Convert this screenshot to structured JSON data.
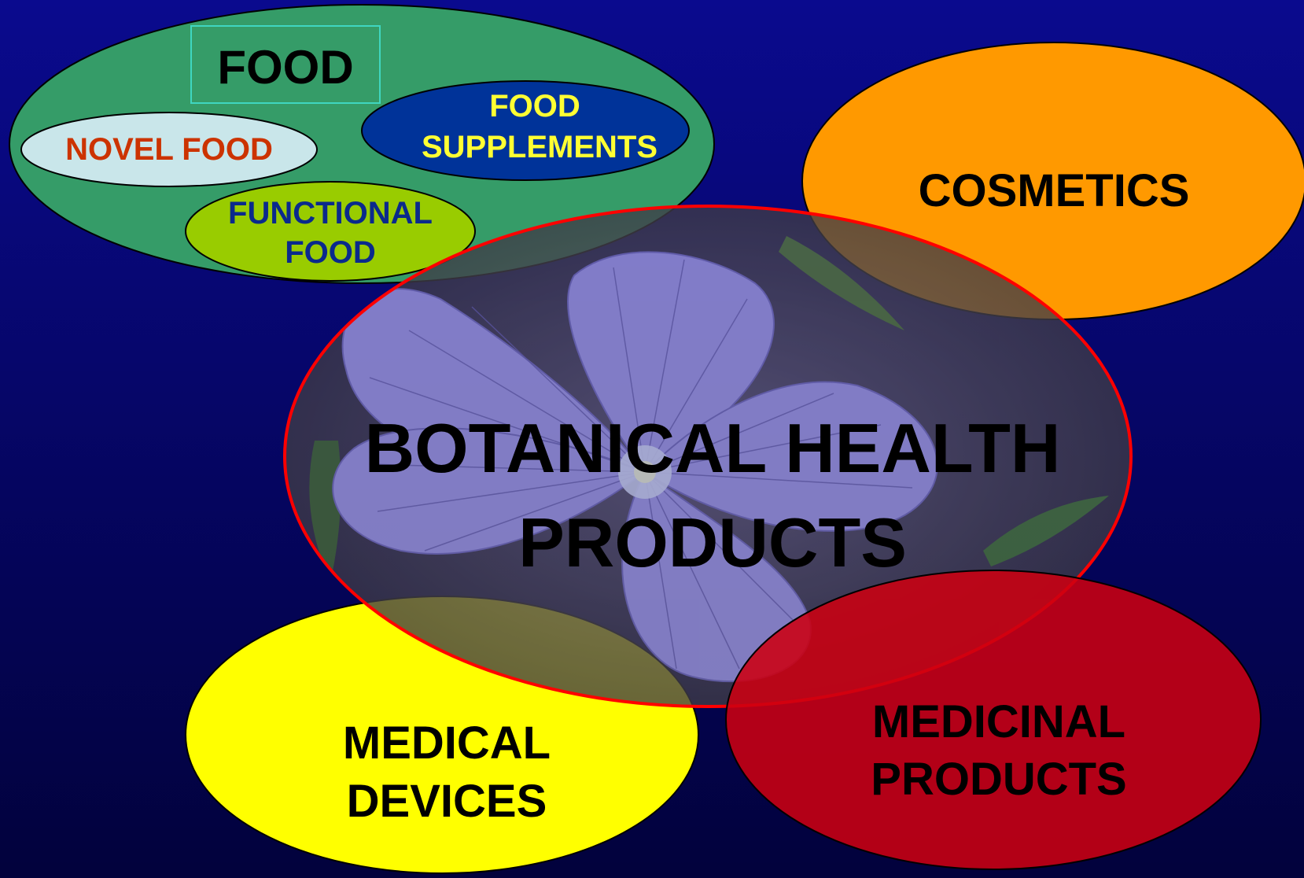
{
  "colors": {
    "background_top": "#0a0a8e",
    "background_bottom": "#02023c",
    "food": "#359c68",
    "novel_food": "#c9e6ea",
    "novel_food_text": "#cc3300",
    "food_supplements": "#003399",
    "food_supplements_text": "#ffff33",
    "functional_food": "#99cc00",
    "functional_food_text": "#0a2a8c",
    "cosmetics": "#ff9900",
    "medical_devices": "#ffff00",
    "medicinal_products": "#cc0011",
    "botanical_outline": "#ff0000",
    "flower_petals": "#a49ee0"
  },
  "food": {
    "title": "FOOD",
    "novel_food": "NOVEL FOOD",
    "food_supplements": [
      "FOOD",
      "SUPPLEMENTS"
    ],
    "functional_food": [
      "FUNCTIONAL",
      "FOOD"
    ]
  },
  "cosmetics": {
    "label": "COSMETICS"
  },
  "botanical": {
    "lines": [
      "BOTANICAL HEALTH",
      "PRODUCTS"
    ],
    "image": "flax-flower-icon"
  },
  "medical_devices": {
    "lines": [
      "MEDICAL",
      "DEVICES"
    ]
  },
  "medicinal_products": {
    "lines": [
      "MEDICINAL",
      "PRODUCTS"
    ]
  }
}
